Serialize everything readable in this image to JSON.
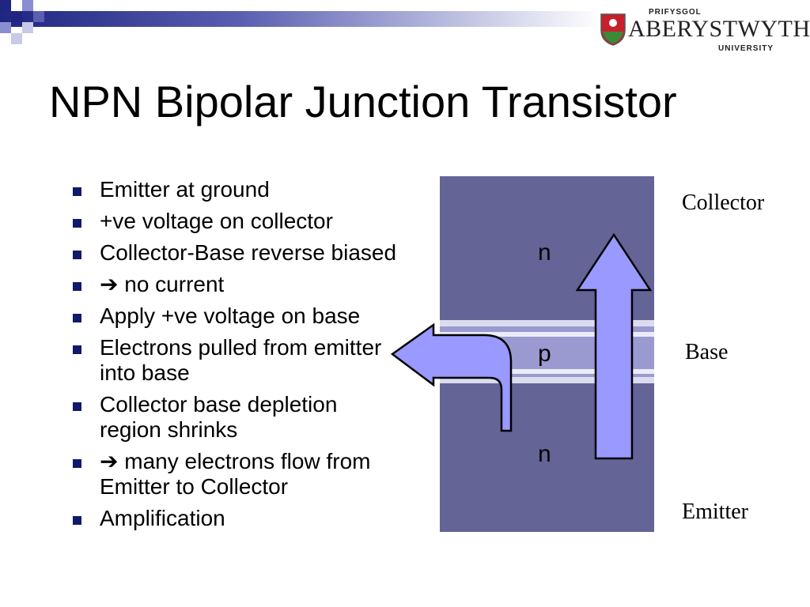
{
  "slide": {
    "title": "NPN Bipolar Junction Transistor",
    "accent_color": "#1f2580"
  },
  "logo": {
    "top_text": "PRIFYSGOL",
    "main_text": "ABERYSTWYTH",
    "sub_text": "UNIVERSITY"
  },
  "bullets": [
    {
      "arrow": false,
      "text": "Emitter at ground"
    },
    {
      "arrow": false,
      "text": "+ve voltage on collector"
    },
    {
      "arrow": false,
      "text": "Collector-Base reverse biased"
    },
    {
      "arrow": true,
      "text": "no current"
    },
    {
      "arrow": false,
      "text": "Apply +ve voltage on base"
    },
    {
      "arrow": false,
      "text": "Electrons pulled from emitter into base"
    },
    {
      "arrow": false,
      "text": "Collector base depletion region shrinks"
    },
    {
      "arrow": true,
      "text": "many electrons flow from Emitter to Collector"
    },
    {
      "arrow": false,
      "text": "Amplification"
    }
  ],
  "diagram": {
    "regions": {
      "top": "n",
      "middle": "p",
      "bottom": "n"
    },
    "labels": {
      "collector": "Collector",
      "base": "Base",
      "emitter": "Emitter"
    },
    "colors": {
      "block": "#646496",
      "arrow": "#9999ff"
    }
  }
}
